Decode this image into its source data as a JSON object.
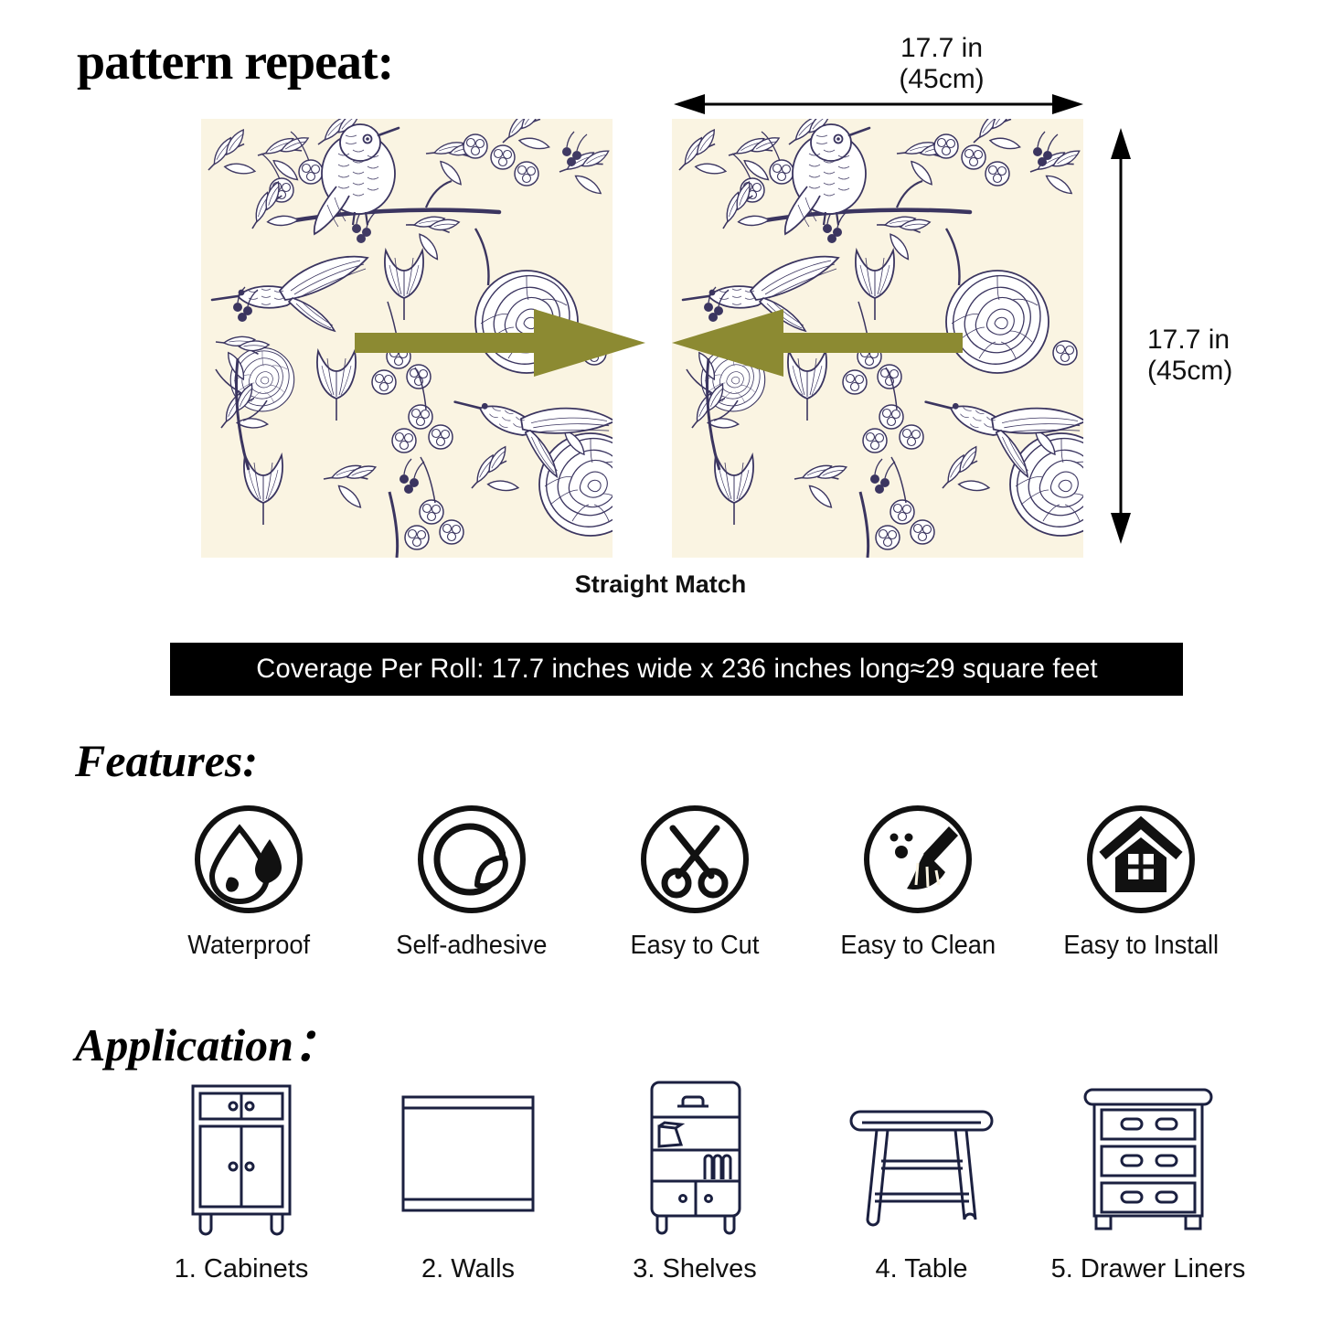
{
  "headings": {
    "pattern_repeat": "pattern repeat:",
    "features": "Features:",
    "application": "Application："
  },
  "pattern": {
    "width_dimension": "17.7 in\n(45cm)",
    "width_dimension_line1": "17.7 in",
    "width_dimension_line2": "(45cm)",
    "height_dimension_line1": "17.7 in",
    "height_dimension_line2": "(45cm)",
    "match_type": "Straight Match",
    "swatch_background": "#faf4e2",
    "swatch_ink": "#3b3560",
    "arrow_color": "#8c8a32",
    "dimension_arrow_color": "#000000"
  },
  "coverage": {
    "text": "Coverage Per Roll: 17.7 inches wide x 236 inches long≈29 square feet",
    "background": "#000000",
    "text_color": "#ffffff"
  },
  "features": [
    {
      "icon": "water-drop-icon",
      "label": "Waterproof"
    },
    {
      "icon": "peel-sticker-icon",
      "label": "Self-adhesive"
    },
    {
      "icon": "scissors-icon",
      "label": "Easy to Cut"
    },
    {
      "icon": "broom-icon",
      "label": "Easy to Clean"
    },
    {
      "icon": "house-icon",
      "label": "Easy to Install"
    }
  ],
  "applications": [
    {
      "icon": "cabinet-icon",
      "label": "1. Cabinets"
    },
    {
      "icon": "wall-icon",
      "label": "2. Walls"
    },
    {
      "icon": "shelf-icon",
      "label": "3. Shelves"
    },
    {
      "icon": "table-icon",
      "label": "4. Table"
    },
    {
      "icon": "dresser-icon",
      "label": "5. Drawer Liners"
    }
  ]
}
